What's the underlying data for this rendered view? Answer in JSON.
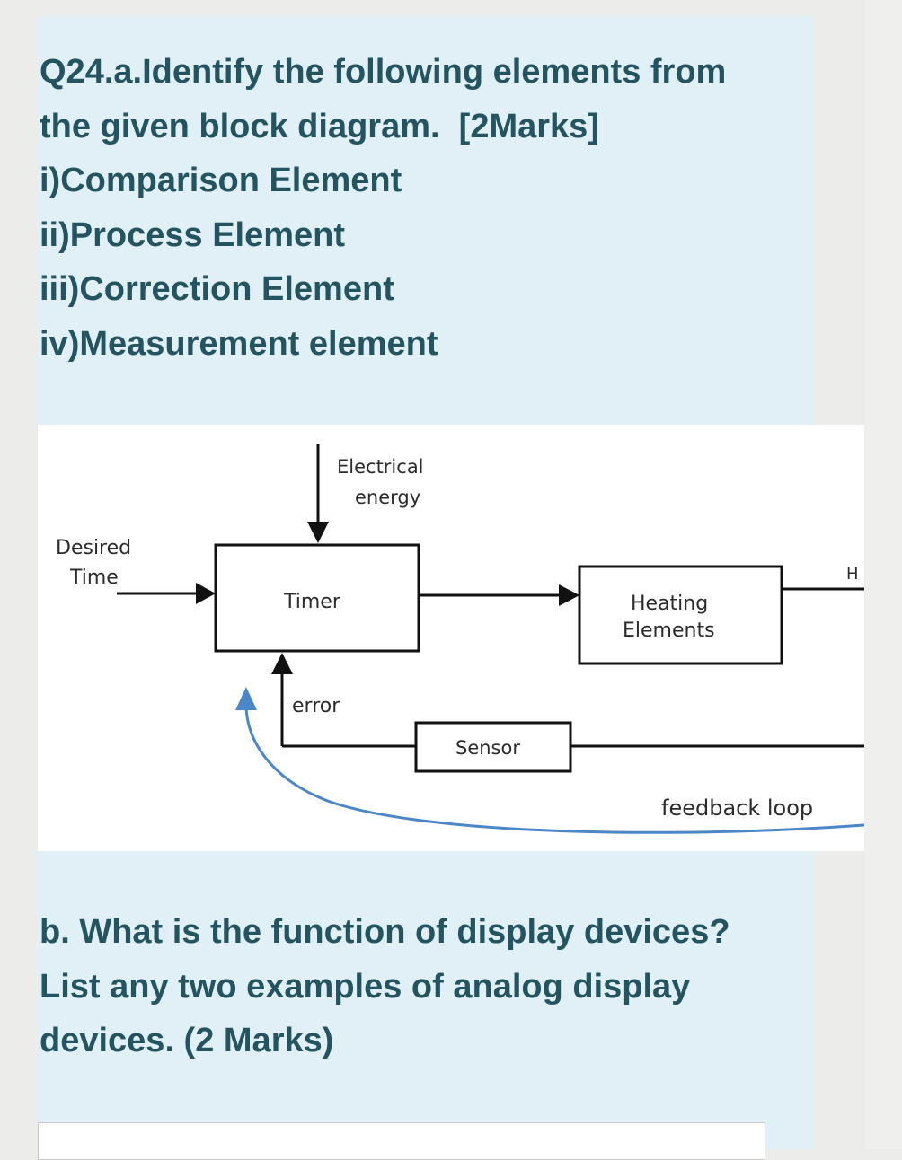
{
  "question_a": {
    "lines": [
      "Q24.a.Identify the following elements from",
      "the given block diagram.  [2Marks]",
      "i)Comparison Element",
      "ii)Process Element",
      "iii)Correction Element",
      "iv)Measurement element"
    ]
  },
  "diagram": {
    "input_label_1": "Desired",
    "input_label_2": "Time",
    "energy_label_1": "Electrical",
    "energy_label_2": "energy",
    "timer_label": "Timer",
    "heating_label_1": "Heating",
    "heating_label_2": "Elements",
    "output_label": "H",
    "error_label": "error",
    "sensor_label": "Sensor",
    "feedback_label": "feedback loop",
    "feedback_color": "#4a86c8"
  },
  "question_b": {
    "lines": [
      "b. What is the function of display devices?",
      "List any two examples of analog display",
      "devices. (2 Marks)"
    ]
  },
  "colors": {
    "question_text": "#24545f",
    "card_background": "#e0f0f6"
  }
}
